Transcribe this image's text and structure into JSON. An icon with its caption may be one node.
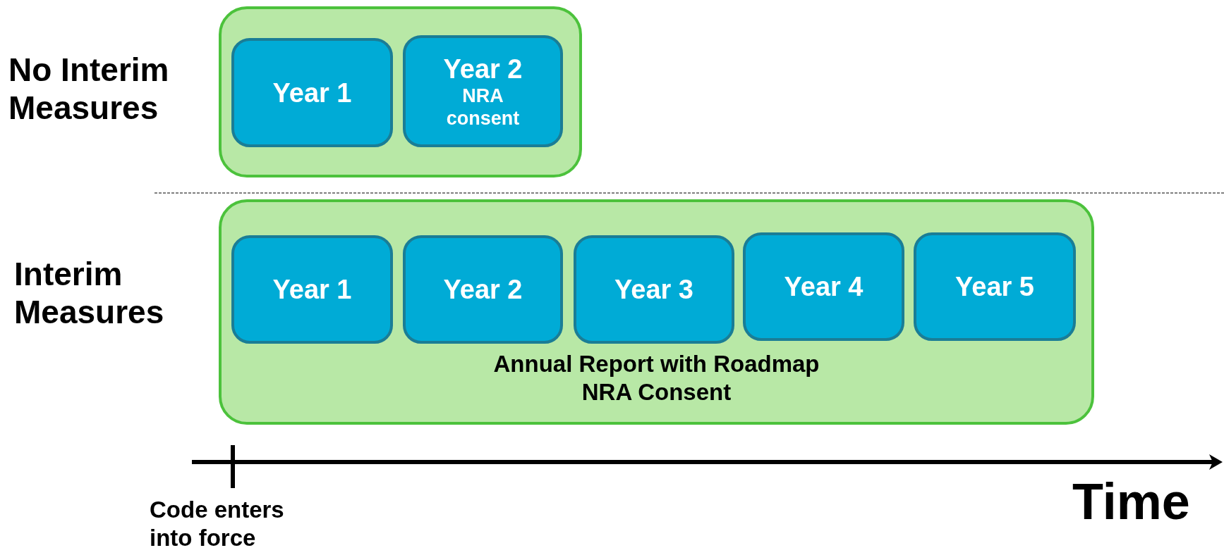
{
  "diagram": {
    "nodes": [
      {
        "text": [],
        "shape": "box"
      },
      {
        "text": [
          "Year 1"
        ],
        "in": 0
      },
      {
        "text": [
          "Year 2",
          "NRA consent"
        ],
        "in": 0
      },
      {
        "text": [
          "Annual Report with Roadmap NRA Consent"
        ]
      },
      {
        "text": [
          "Year 1"
        ],
        "in": 3
      },
      {
        "text": [
          "Year 2"
        ],
        "in": 3
      },
      {
        "text": [
          "Year 3"
        ],
        "in": 3
      },
      {
        "text": [
          "Year 4"
        ],
        "in": 3
      },
      {
        "text": [
          "Year 5"
        ],
        "in": 3
      }
    ],
    "edges": [],
    "labels": [
      "No Interim Measures",
      "Interim Measures",
      "Code enters into force",
      "Time"
    ]
  }
}
